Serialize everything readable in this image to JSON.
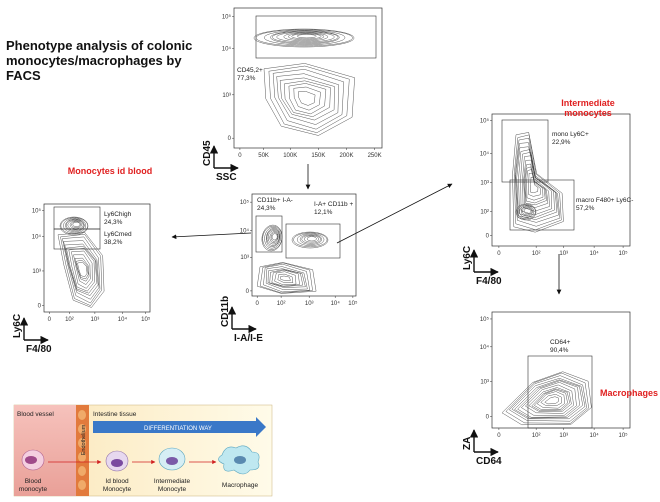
{
  "title": "Phenotype analysis of colonic monocytes/macrophages by FACS",
  "plots": {
    "top": {
      "y_axis": "CD45",
      "x_axis": "SSC",
      "y_ticks": [
        "10⁵",
        "10⁴",
        "10³",
        "0"
      ],
      "x_ticks": [
        "0",
        "50K",
        "100K",
        "150K",
        "200K",
        "250K"
      ],
      "gate": "CD45,2+\n77,3%"
    },
    "middle": {
      "y_axis": "CD11b",
      "x_axis": "I-A/I-E",
      "y_ticks": [
        "10⁵",
        "10⁴",
        "10³",
        "0"
      ],
      "x_ticks": [
        "0",
        "10²",
        "10³",
        "10⁴",
        "10⁵"
      ],
      "gate1": "CD11b+ I-A-\n24,3%",
      "gate2": "I-A+ CD11b +\n12,1%"
    },
    "left": {
      "y_axis": "Ly6C",
      "x_axis": "F4/80",
      "y_ticks": [
        "10⁵",
        "10⁴",
        "10³",
        "0"
      ],
      "x_ticks": [
        "0",
        "10²",
        "10³",
        "10⁴",
        "10⁵"
      ],
      "gate1": "Ly6Chigh\n24,3%",
      "gate2": "Ly6Cmed\n38,2%",
      "annotation": "Monocytes id blood"
    },
    "right_top": {
      "y_axis": "Ly6C",
      "x_axis": "F4/80",
      "y_ticks": [
        "10⁵",
        "10⁴",
        "10³",
        "10²",
        "0"
      ],
      "x_ticks": [
        "0",
        "10²",
        "10³",
        "10⁴",
        "10⁵"
      ],
      "gate1": "mono Ly6C+\n22,9%",
      "gate2": "macro F480+ Ly6C-\n57,2%",
      "annotation": "Intermediate\nmonocytes"
    },
    "right_bottom": {
      "y_axis": "ZA",
      "x_axis": "CD64",
      "y_ticks": [
        "10⁵",
        "10⁴",
        "10³",
        "0"
      ],
      "x_ticks": [
        "0",
        "10²",
        "10³",
        "10⁴",
        "10⁵"
      ],
      "gate": "CD64+\n90,4%",
      "annotation": "Macrophages"
    }
  },
  "schematic": {
    "blood_vessel": "Blood vessel",
    "endothelium": "Endothelium",
    "intestine": "Intestine tissue",
    "way": "DIFFERENTIATION WAY",
    "cells": [
      "Blood\nmonocyte",
      "Id blood\nMonocyte",
      "Intermediate\nMonocyte",
      "Macrophage"
    ]
  },
  "colors": {
    "annotation": "#e02020",
    "arrow_blue": "#3a78c8"
  }
}
